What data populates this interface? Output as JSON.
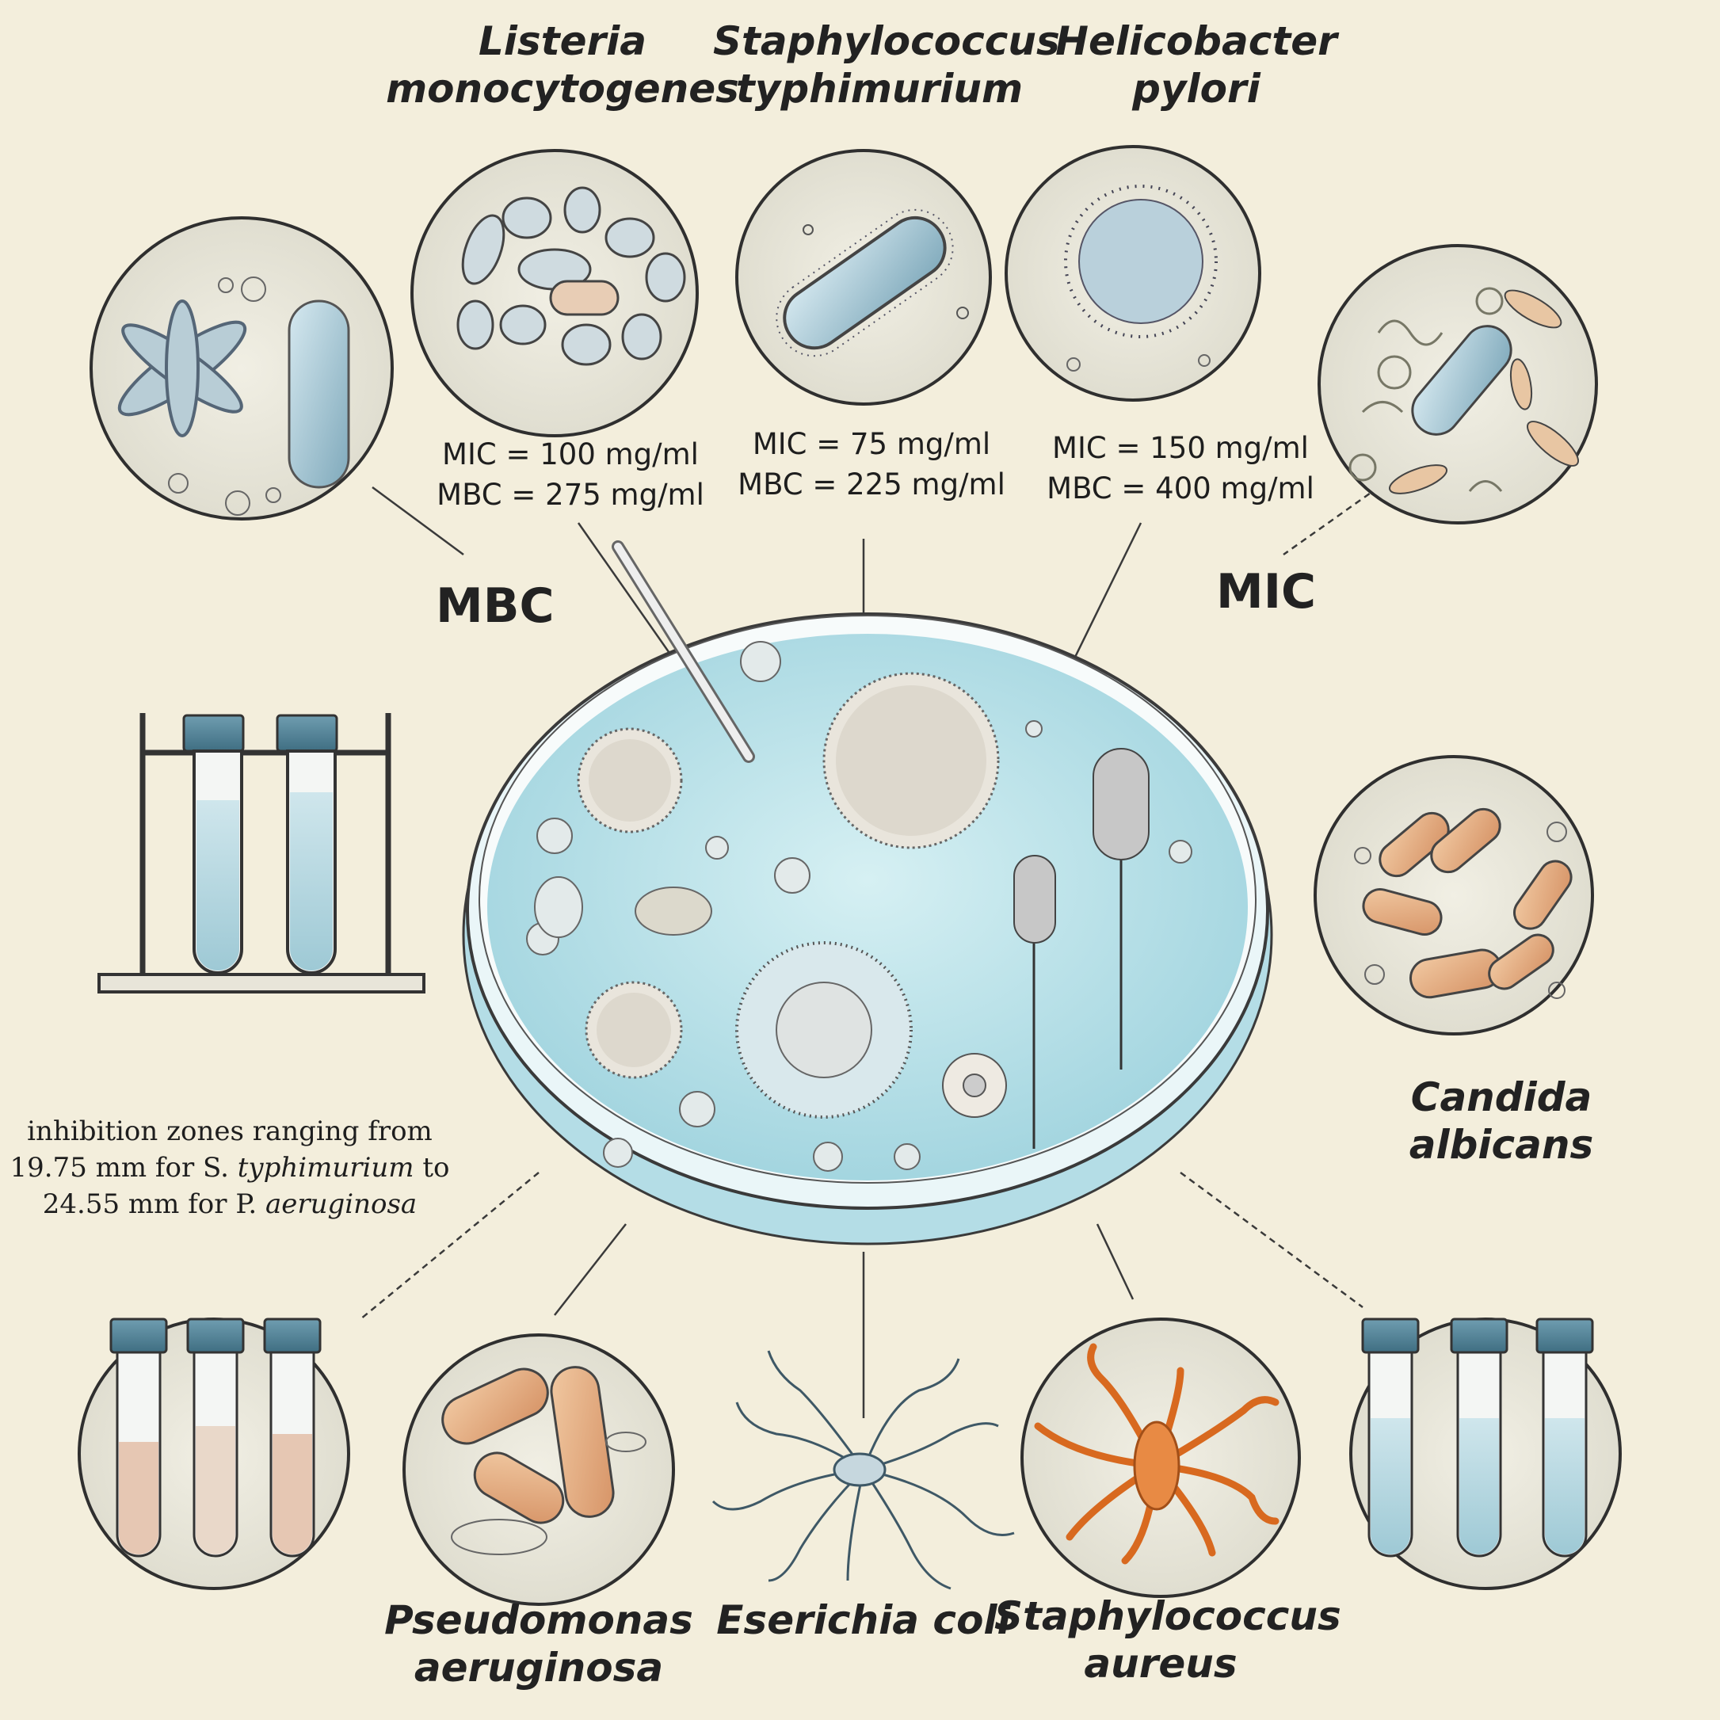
{
  "labels": {
    "listeria": [
      "Listeria",
      "monocytogenes"
    ],
    "staph_typh": [
      "Staphylococcus",
      "typhimurium"
    ],
    "helicobacter": [
      "Helicobacter",
      "pylori"
    ],
    "candida": "Candida albicans",
    "pseudomonas": [
      "Pseudomonas",
      "aeruginosa"
    ],
    "ecoli": "Eserichia coli",
    "staph_aureus": [
      "Staphylococcus",
      "aureus"
    ]
  },
  "values": {
    "listeria": [
      "MIC = 100 mg/ml",
      "MBC = 275 mg/ml"
    ],
    "staph_typh": [
      "MIC = 75 mg/ml",
      "MBC = 225 mg/ml"
    ],
    "helicobacter": [
      "MIC = 150 mg/ml",
      "MBC = 400 mg/ml"
    ]
  },
  "tags": {
    "mbc": "MBC",
    "mic": "MIC"
  },
  "note": {
    "line1": "inhibition zones ranging from",
    "line2_pre": "19.75 mm for S. ",
    "line2_it": "typhimurium",
    "line2_post": " to",
    "line3_pre": "24.55 mm for P. ",
    "line3_it": "aeruginosa"
  },
  "palette": {
    "paper": "#f3eedc",
    "agar": "#bfe6ec",
    "cell_blue": "#a9ccd8",
    "cell_orange": "#e2aa7e",
    "spider_orange": "#e07a32",
    "line": "#3a3a3a"
  }
}
